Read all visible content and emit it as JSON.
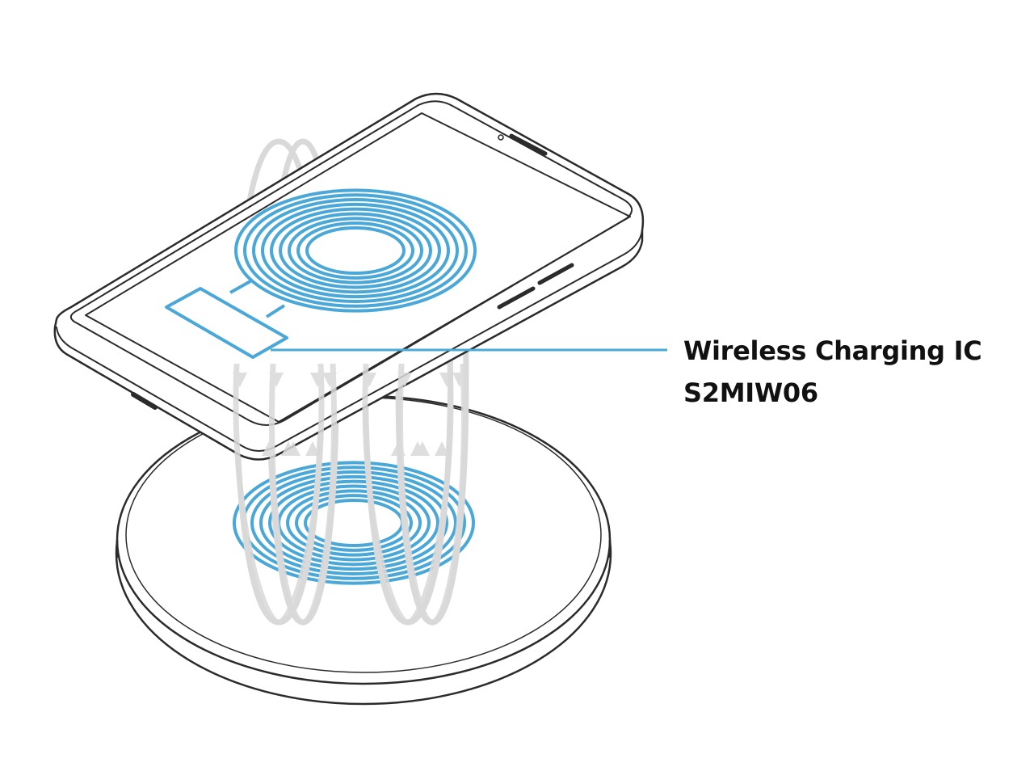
{
  "callout": {
    "title": "Wireless Charging IC",
    "part_number": "S2MIW06"
  },
  "icons": {
    "phone": "smartphone-icon",
    "pad": "charging-pad-icon",
    "receiver_coil": "receiver-coil-icon",
    "transmitter_coil": "transmitter-coil-icon",
    "chip": "ic-chip-icon",
    "field": "magnetic-field-lines"
  },
  "colors": {
    "coil": "#4aa8d8",
    "chip_outline": "#4aa8d8",
    "leader_line": "#4aa8d8",
    "device_outline": "#2b2b2b",
    "field_lines": "#d9d9d9",
    "text": "#111111",
    "background": "#ffffff"
  }
}
